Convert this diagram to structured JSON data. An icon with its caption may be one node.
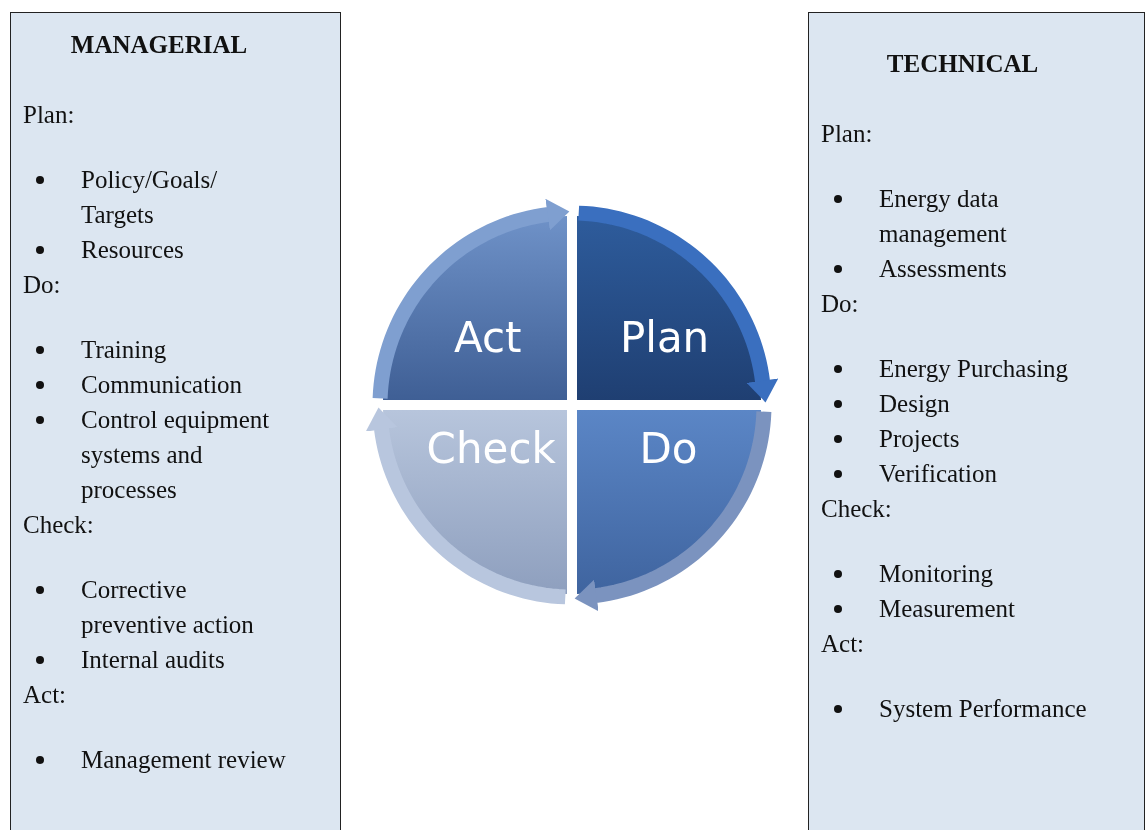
{
  "diagram": {
    "nodes": [
      {
        "text": [
          "MANAGERIAL",
          "Plan:",
          "Policy/Goals/ Targets",
          "Resources",
          "Do:",
          "Training",
          "Communication",
          "Control equipment systems and processes",
          "Check:",
          "Corrective preventive action",
          "Internal audits",
          "Act:",
          "Management review"
        ]
      },
      {
        "text": [
          "TECHNICAL",
          "Plan:",
          "Energy data management",
          "Assessments",
          "Do:",
          "Energy Purchasing",
          "Design",
          "Projects",
          "Verification",
          "Check:",
          "Monitoring",
          "Measurement",
          "Act:",
          "System Performance"
        ]
      },
      {
        "text": [
          "Act"
        ]
      },
      {
        "text": [
          "Plan"
        ]
      },
      {
        "text": [
          "Check"
        ]
      },
      {
        "text": [
          "Do"
        ]
      }
    ],
    "edges": [
      {
        "from": 2,
        "to": 3,
        "arrow": "to",
        "color": "#7f9fd0"
      },
      {
        "from": 3,
        "to": 5,
        "arrow": "to",
        "color": "#3a6fbf"
      },
      {
        "from": 5,
        "to": 4,
        "arrow": "to",
        "color": "#7b93bf"
      },
      {
        "from": 4,
        "to": 2,
        "arrow": "to",
        "color": "#b8c6de"
      }
    ]
  }
}
